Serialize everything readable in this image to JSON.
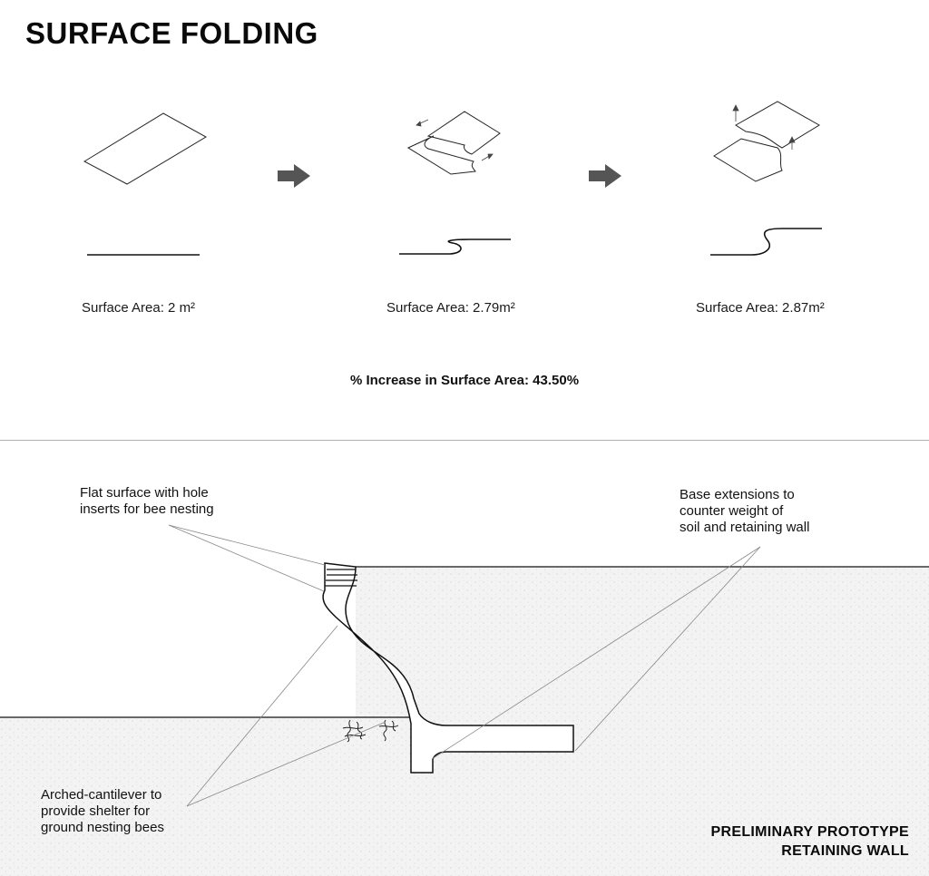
{
  "title": "SURFACE FOLDING",
  "stages": [
    {
      "area_label": "Surface Area: 2 m²",
      "icon": "flat-plane"
    },
    {
      "area_label": "Surface Area: 2.79m²",
      "icon": "folded-plane"
    },
    {
      "area_label": "Surface Area: 2.87m²",
      "icon": "deep-folded-plane"
    }
  ],
  "arrows": [
    "right-arrow-icon",
    "right-arrow-icon"
  ],
  "increase_label": "% Increase in Surface Area: 43.50%",
  "annotations": {
    "flat_surface": [
      "Flat surface with hole",
      "inserts for bee nesting"
    ],
    "base_extensions": [
      "Base extensions to",
      "counter weight of",
      "soil and retaining wall"
    ],
    "arched_cantilever": [
      "Arched-cantilever to",
      "provide shelter for",
      "ground nesting bees"
    ]
  },
  "prototype_title": [
    "PRELIMINARY PROTOTYPE",
    "RETAINING WALL"
  ],
  "colors": {
    "ink": "#111111",
    "divider": "#b0b0b0",
    "arrow": "#555555",
    "soil": "#f4f4f4"
  }
}
